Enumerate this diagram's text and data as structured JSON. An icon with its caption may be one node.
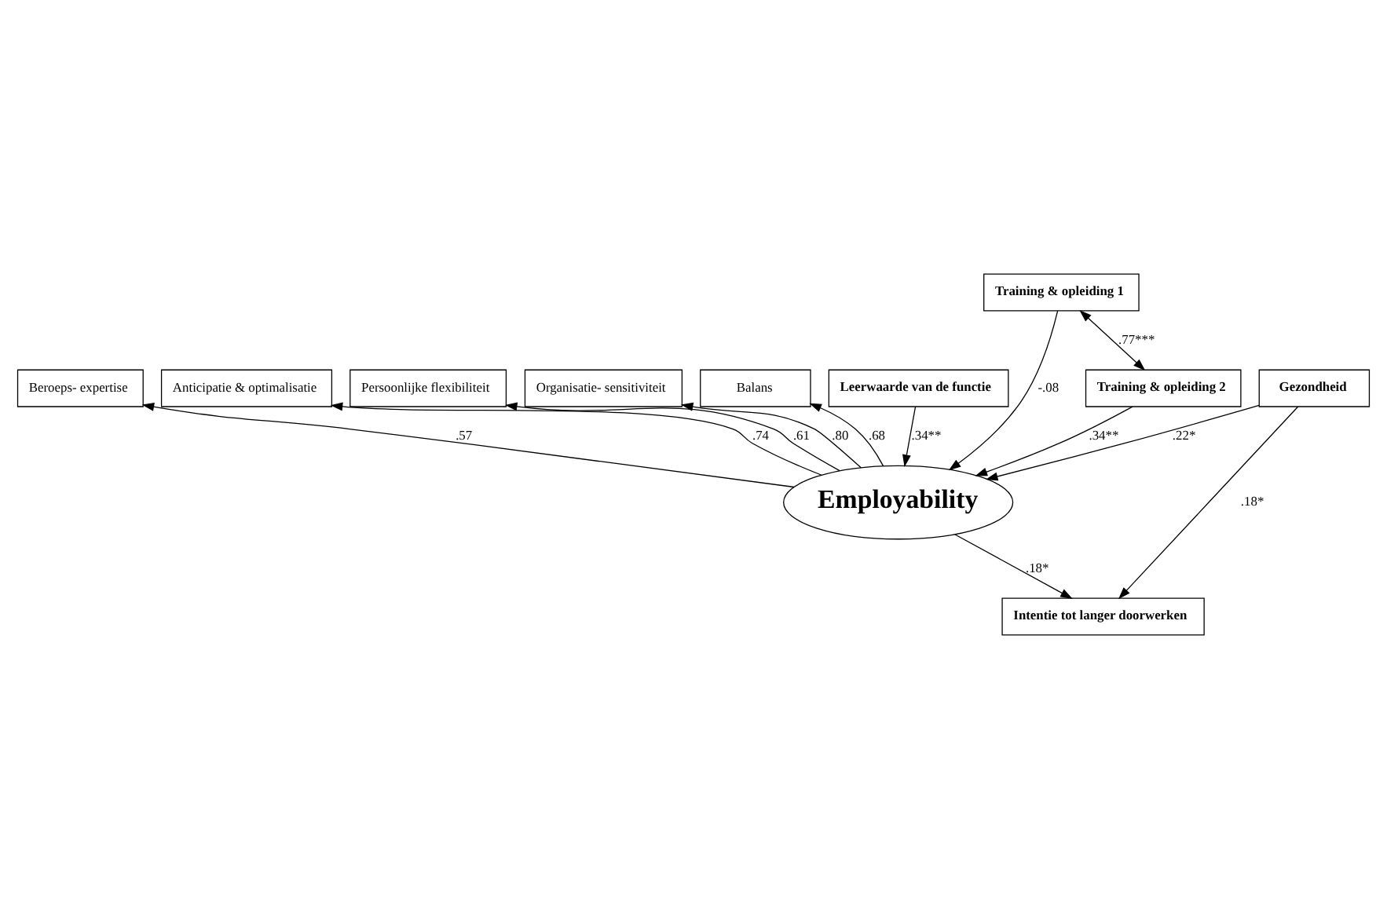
{
  "diagram": {
    "nodes": [
      {
        "text": [
          "Beroeps- expertise"
        ]
      },
      {
        "text": [
          "Anticipatie & optimalisatie"
        ]
      },
      {
        "text": [
          "Persoonlijke flexibiliteit"
        ]
      },
      {
        "text": [
          "Organisatie- sensitiviteit"
        ]
      },
      {
        "text": [
          "Balans"
        ]
      },
      {
        "text": [
          "Employability"
        ]
      },
      {
        "text": [
          "Leerwaarde van de functie"
        ]
      },
      {
        "text": [
          "Intentie tot langer doorwerken"
        ]
      },
      {
        "text": [
          "Training & opleiding 1"
        ]
      },
      {
        "text": [
          "Training & opleiding 2"
        ]
      },
      {
        "text": [
          "Gezondheid"
        ]
      }
    ],
    "edges": [
      {
        "from": 5,
        "to": 0,
        "arrow": "to",
        "label": ".57"
      },
      {
        "from": 5,
        "to": 1,
        "arrow": "to",
        "label": ".74"
      },
      {
        "from": 5,
        "to": 2,
        "arrow": "to",
        "label": ".61"
      },
      {
        "from": 5,
        "to": 3,
        "arrow": "to",
        "label": ".80"
      },
      {
        "from": 5,
        "to": 4,
        "arrow": "to",
        "label": ".68"
      },
      {
        "from": 6,
        "to": 5,
        "arrow": "to",
        "label": ".34**"
      },
      {
        "from": 8,
        "to": 5,
        "arrow": "to",
        "label": "-.08"
      },
      {
        "from": 9,
        "to": 5,
        "arrow": "to",
        "label": ".34**"
      },
      {
        "from": 10,
        "to": 5,
        "arrow": "to",
        "label": ".22*"
      },
      {
        "from": 5,
        "to": 7,
        "arrow": "to",
        "label": ".18*"
      },
      {
        "from": 10,
        "to": 7,
        "arrow": "to",
        "label": ".18*"
      },
      {
        "from": 8,
        "to": 9,
        "arrow": "both",
        "label": ".77***"
      }
    ]
  }
}
